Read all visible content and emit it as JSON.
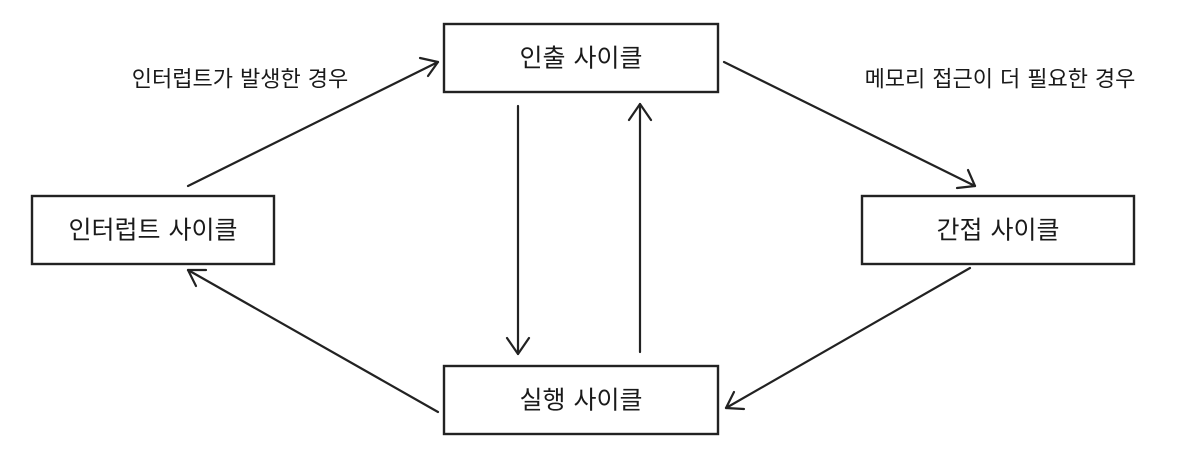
{
  "nodes": {
    "fetch": "인출 사이클",
    "indirect": "간접 사이클",
    "execute": "실행 사이클",
    "interrupt": "인터럽트 사이클"
  },
  "edge_labels": {
    "interrupt_to_fetch": "인터럽트가 발생한 경우",
    "fetch_to_indirect": "메모리 접근이 더 필요한 경우"
  }
}
